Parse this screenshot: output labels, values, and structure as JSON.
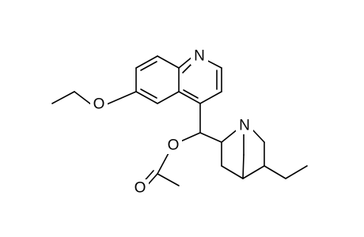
{
  "molecule": {
    "atoms": {
      "quinoline_n": "N",
      "ether_o": "O",
      "ester_o": "O",
      "carbonyl_o": "O",
      "quinuclidine_n": "N"
    }
  }
}
